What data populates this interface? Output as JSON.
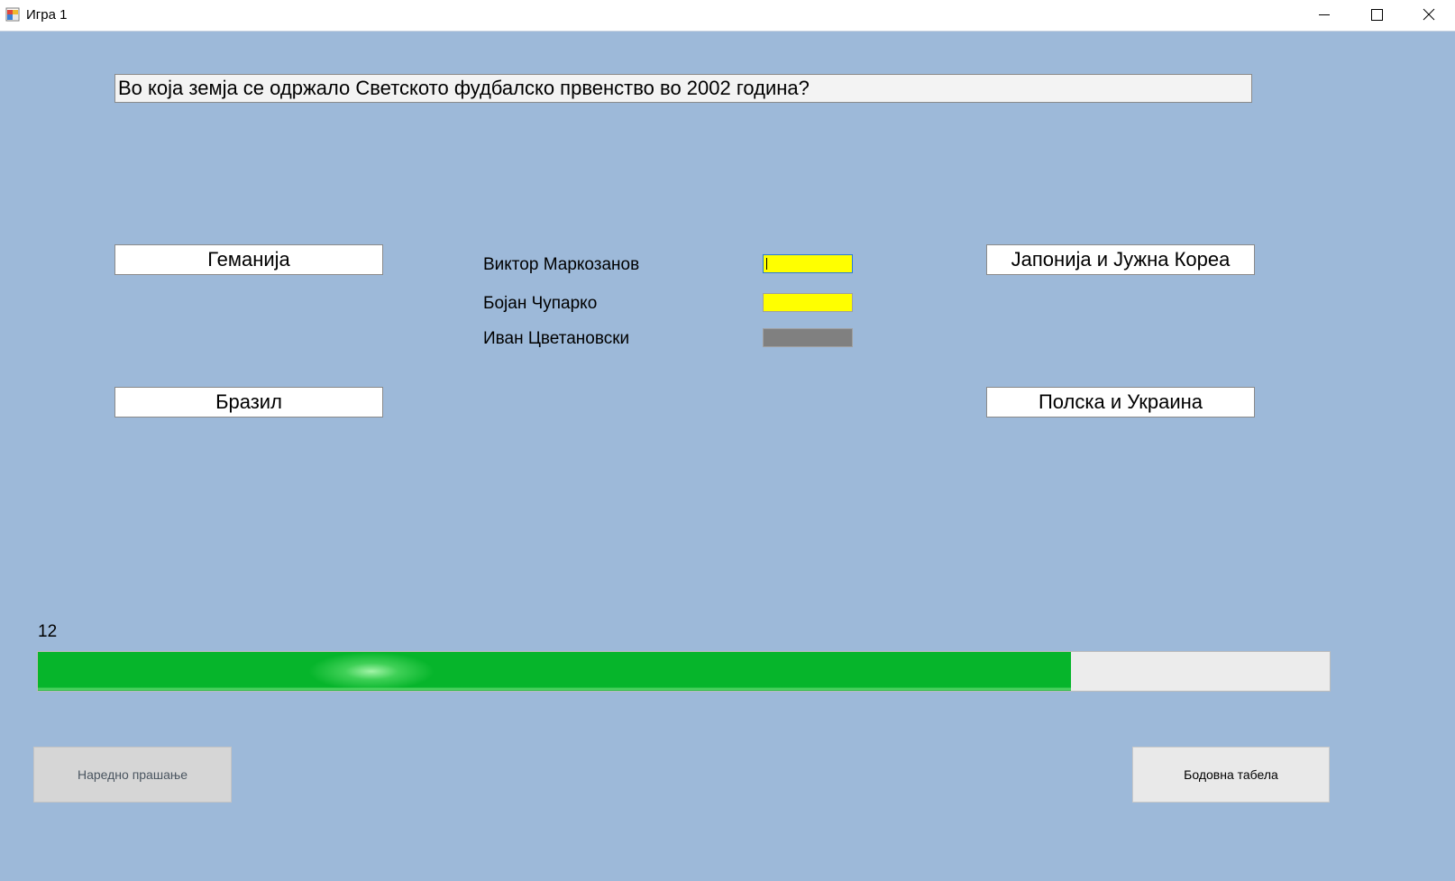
{
  "window": {
    "title": "Игра 1"
  },
  "question": {
    "text": "Во која земја се одржало Светското фудбалско првенство во 2002 година?"
  },
  "answers": [
    {
      "label": "Геманија"
    },
    {
      "label": "Јапонија и Јужна Кореа"
    },
    {
      "label": "Бразил"
    },
    {
      "label": "Полска и Украина"
    }
  ],
  "players": [
    {
      "name": "Виктор Маркозанов",
      "status_color": "#ffff00"
    },
    {
      "name": "Бојан Чупарко",
      "status_color": "#ffff00"
    },
    {
      "name": "Иван Цветановски",
      "status_color": "#808080"
    }
  ],
  "timer": {
    "value": "12",
    "progress_fraction": 0.8,
    "bar_color": "#06b52b"
  },
  "buttons": {
    "next_question": "Наредно прашање",
    "scoreboard": "Бодовна табела"
  },
  "colors": {
    "background": "#9db9d9"
  }
}
